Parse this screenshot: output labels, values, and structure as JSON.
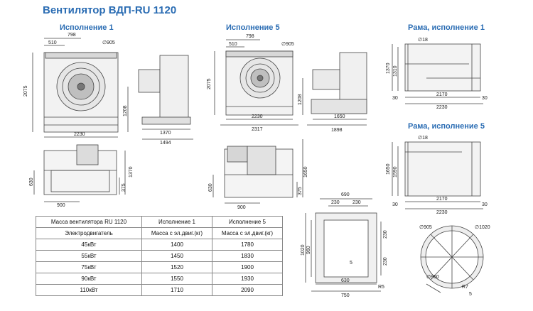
{
  "title": "Вентилятор ВДП-RU 1120",
  "sections": {
    "isp1": "Исполнение 1",
    "isp5": "Исполнение 5",
    "rama1": "Рама, исполнение 1",
    "rama5": "Рама, исполнение 5"
  },
  "dims": {
    "a1": "798",
    "a2": "510",
    "a3": "∅905",
    "a4": "2075",
    "a5": "1208",
    "a6": "2230",
    "a7": "1370",
    "a8": "1494",
    "a9": "630",
    "a10": "375",
    "a11": "1370",
    "a12": "900",
    "b1": "798",
    "b2": "510",
    "b3": "∅905",
    "b4": "2075",
    "b5": "1208",
    "b6": "2230",
    "b7": "2317",
    "b8": "1650",
    "b9": "1898",
    "b10": "1650",
    "b11": "630",
    "b12": "375",
    "b13": "900",
    "r1_1": "∅18",
    "r1_2": "1370",
    "r1_3": "1310",
    "r1_4": "30",
    "r1_5": "2170",
    "r1_6": "30",
    "r1_7": "2230",
    "r5_1": "∅18",
    "r5_2": "1650",
    "r5_3": "1590",
    "r5_4": "30",
    "r5_5": "2170",
    "r5_6": "30",
    "r5_7": "2230",
    "f1": "690",
    "f2": "230",
    "f3": "230",
    "f4": "1020",
    "f5": "960",
    "f6": "230",
    "f7": "230",
    "f8": "5",
    "f9": "630",
    "f10": "750",
    "f11": "R5",
    "c1": "∅905",
    "c2": "∅1020",
    "c3": "∅960",
    "c4": "R7",
    "c5": "5"
  },
  "table": {
    "header": [
      "Масса вентилятора RU 1120",
      "Исполнение 1",
      "Исполнение 5"
    ],
    "subheader": [
      "Электродвигатель",
      "Масса с эл.двиг.(кг)",
      "Масса с эл.двиг.(кг)"
    ],
    "rows": [
      [
        "45кВт",
        "1400",
        "1780"
      ],
      [
        "55кВт",
        "1450",
        "1830"
      ],
      [
        "75кВт",
        "1520",
        "1900"
      ],
      [
        "90кВт",
        "1550",
        "1930"
      ],
      [
        "110кВт",
        "1710",
        "2090"
      ]
    ]
  }
}
